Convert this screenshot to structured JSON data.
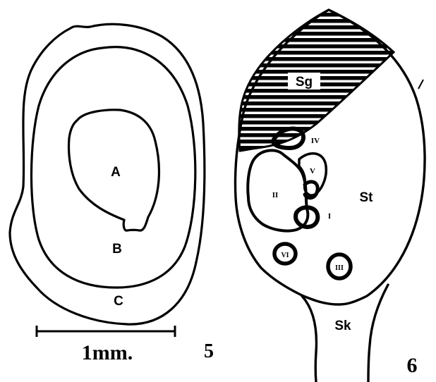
{
  "figure5": {
    "number": "5",
    "labels": {
      "a": "A",
      "b": "B",
      "c": "C"
    },
    "scale_label": "1mm."
  },
  "figure6": {
    "number": "6",
    "labels": {
      "sg": "Sg",
      "st": "St",
      "sk": "Sk"
    },
    "roman": {
      "i": "I",
      "ii": "II",
      "iii": "III",
      "iv": "IV",
      "v": "V",
      "vi": "VI"
    }
  }
}
